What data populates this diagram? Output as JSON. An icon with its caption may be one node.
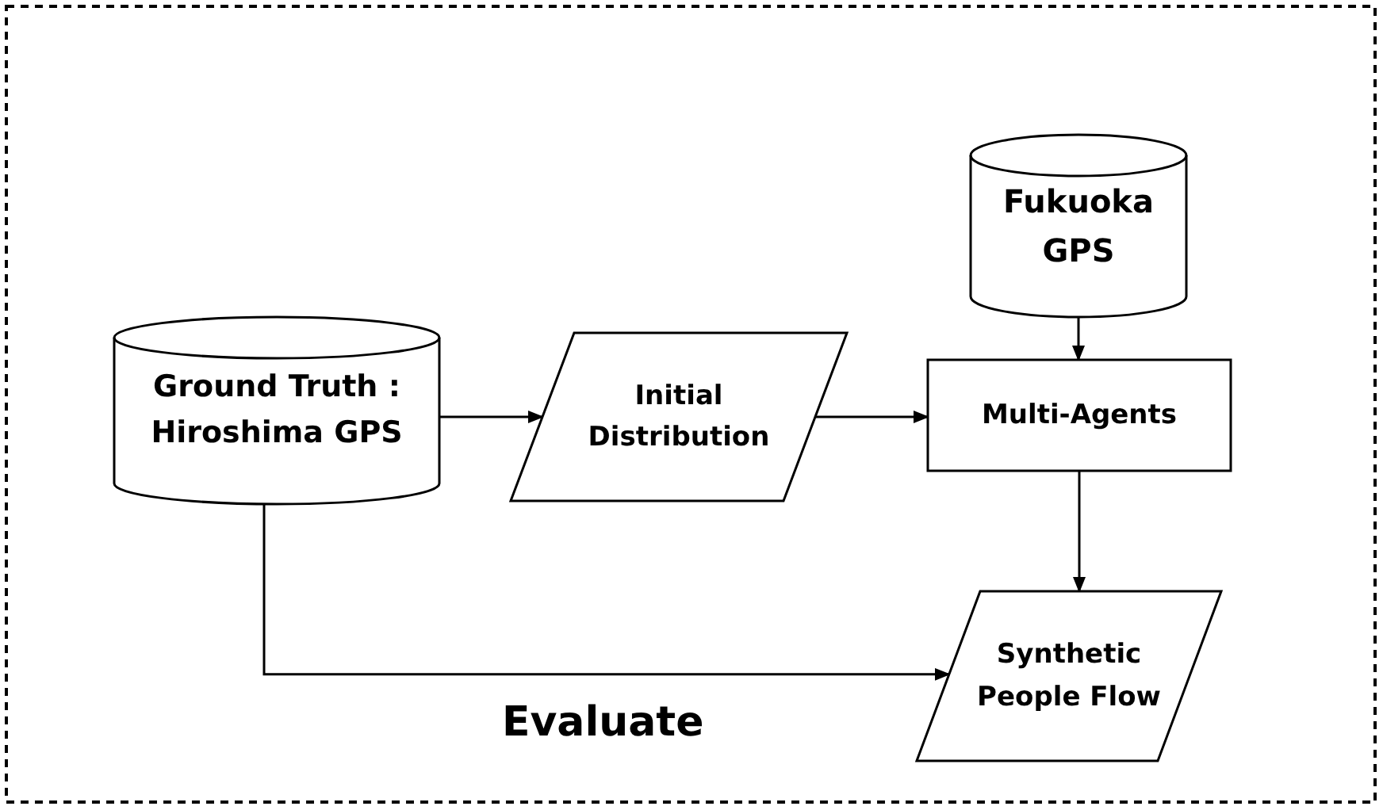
{
  "diagram": {
    "nodes": [
      {
        "text": [
          "Fukuoka GPS"
        ]
      },
      {
        "text": [
          "Ground Truth : Hiroshima GPS"
        ]
      },
      {
        "text": [
          "Initial Distribution"
        ]
      },
      {
        "text": [
          "Multi-Agents"
        ]
      },
      {
        "text": [
          "Synthetic People Flow"
        ]
      }
    ],
    "edges": [
      {
        "from": 1,
        "to": 2,
        "arrow": "to"
      },
      {
        "from": 2,
        "to": 3,
        "arrow": "to"
      },
      {
        "from": 0,
        "to": 3,
        "arrow": "to"
      },
      {
        "from": 3,
        "to": 4,
        "arrow": "to"
      },
      {
        "from": 1,
        "to": 4,
        "arrow": "to",
        "label": "Evaluate"
      }
    ]
  }
}
